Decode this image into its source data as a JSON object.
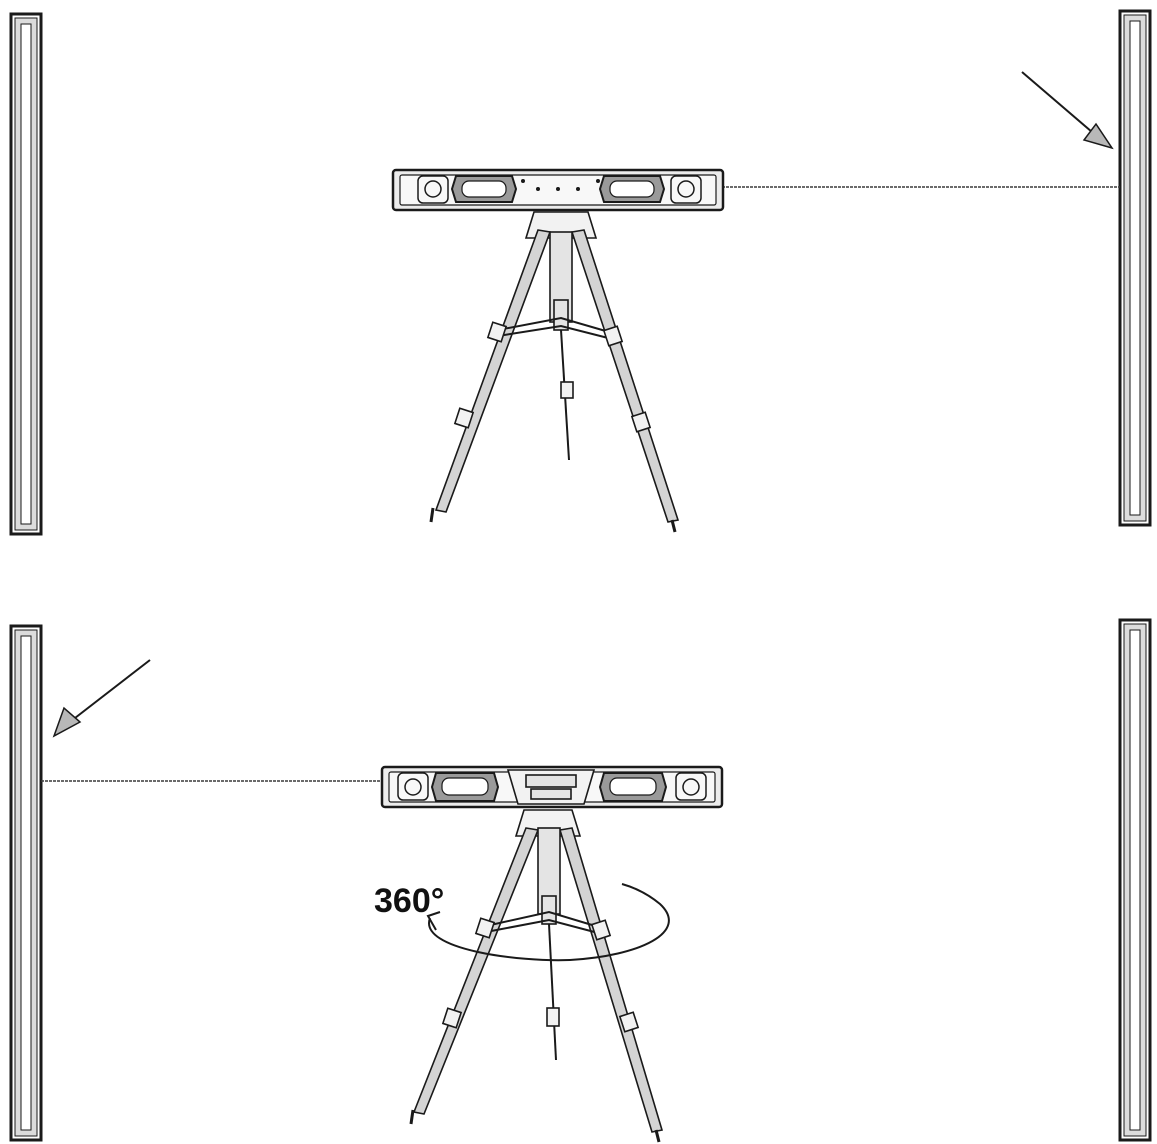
{
  "figure": {
    "rotation_label": "360°",
    "colors": {
      "ink": "#1a1a1a",
      "arrow_fill": "#b8b8b8",
      "beam": "#3a3a3a"
    },
    "icons": [
      "wall-panel",
      "arrow",
      "laser-beam",
      "spirit-level",
      "tripod",
      "rotation-arrow"
    ]
  }
}
